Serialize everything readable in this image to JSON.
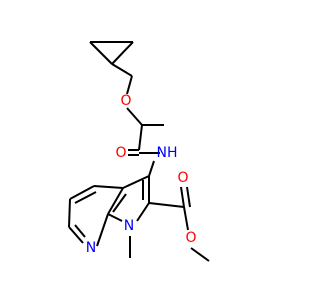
{
  "atoms": {
    "o_ether": {
      "text": "O",
      "color": "#ff0000"
    },
    "o_carbonyl_amide": {
      "text": "O",
      "color": "#ff0000"
    },
    "nh_amide": {
      "text": "NH",
      "color": "#0000ff"
    },
    "o_carbonyl_ester": {
      "text": "O",
      "color": "#ff0000"
    },
    "o_ester": {
      "text": "O",
      "color": "#ff0000"
    },
    "n_pyridine": {
      "text": "N",
      "color": "#0000ff"
    },
    "n_pyrrole": {
      "text": "N",
      "color": "#0000ff"
    }
  }
}
